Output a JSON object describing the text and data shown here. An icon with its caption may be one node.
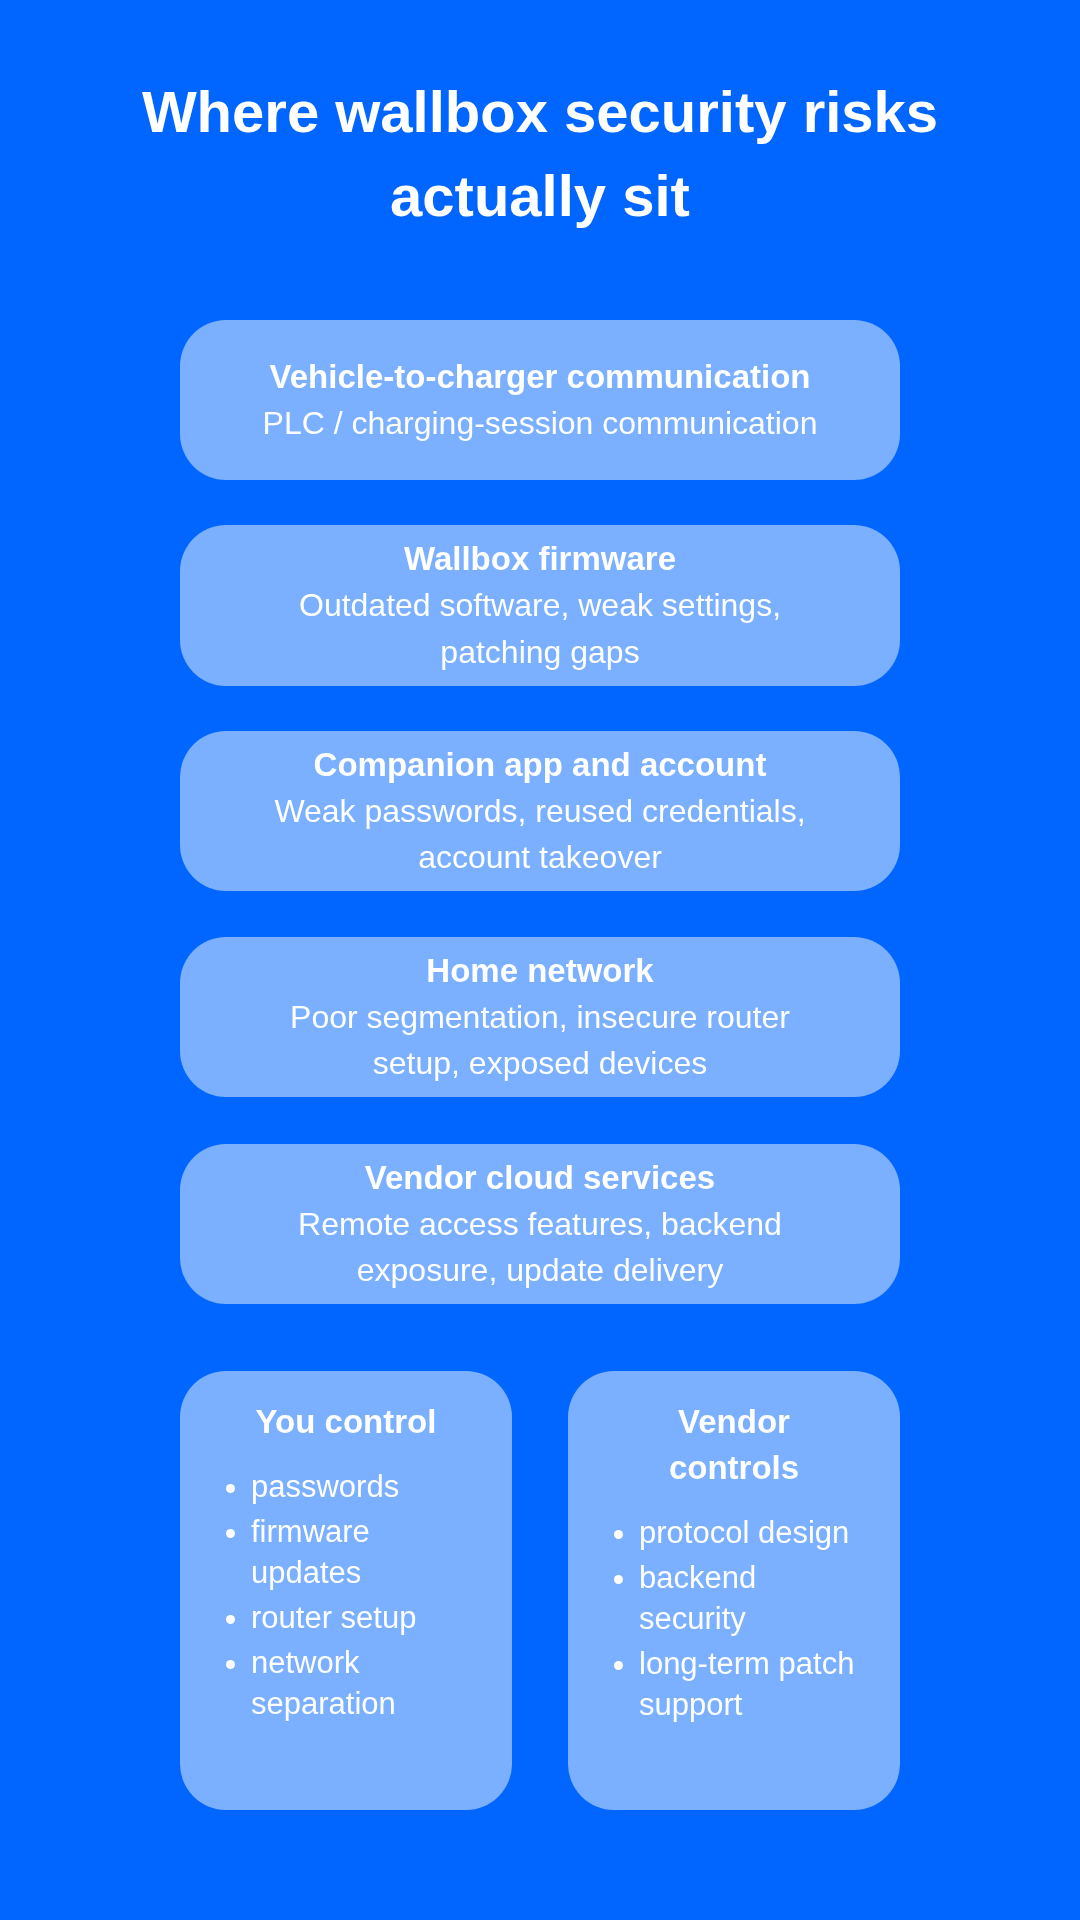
{
  "diagram": {
    "title": "Where wallbox security risks actually sit",
    "nodes": [
      {
        "text": [
          "Vehicle-to-charger communication",
          "PLC / charging-session communication"
        ]
      },
      {
        "text": [
          "Wallbox firmware",
          "Outdated software, weak settings, patching gaps"
        ]
      },
      {
        "text": [
          "Companion app and account",
          "Weak passwords, reused credentials, account takeover"
        ]
      },
      {
        "text": [
          "Home network",
          "Poor segmentation, insecure router setup, exposed devices"
        ]
      },
      {
        "text": [
          "Vendor cloud services",
          "Remote access features, backend exposure, update delivery"
        ]
      },
      {
        "text": [
          "You control",
          "passwords",
          "firmware updates",
          "router setup",
          "network separation"
        ]
      },
      {
        "text": [
          "Vendor controls",
          "protocol design",
          "backend security",
          "long-term patch support"
        ]
      }
    ]
  }
}
